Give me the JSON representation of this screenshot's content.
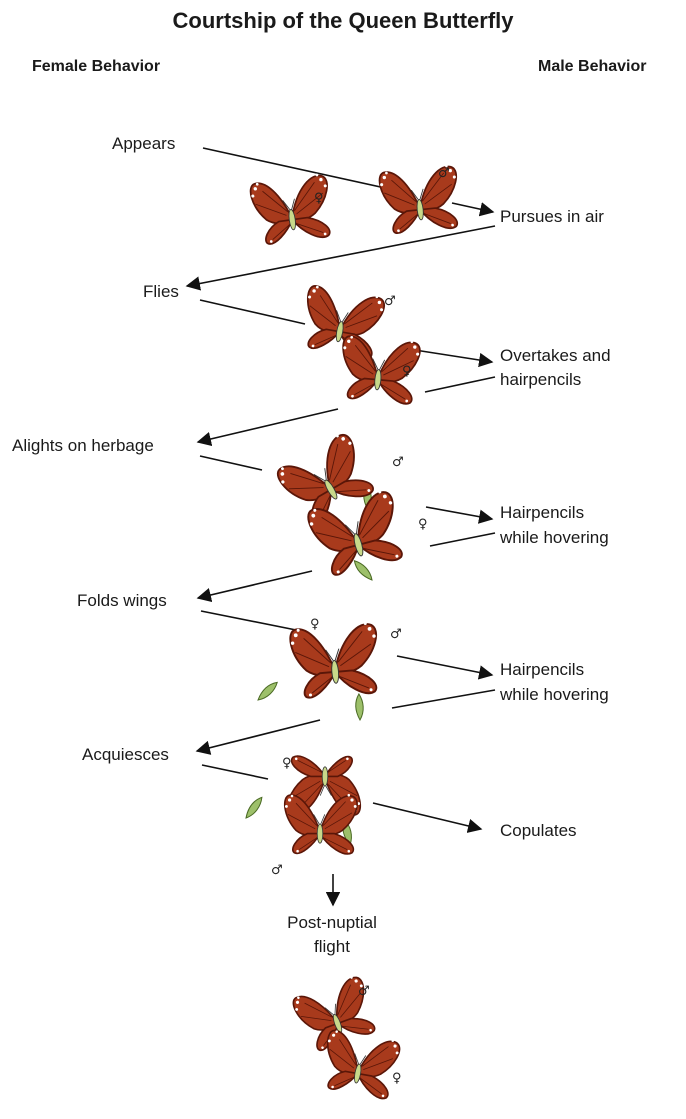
{
  "title": "Courtship of the Queen Butterfly",
  "columns": {
    "female": "Female Behavior",
    "male": "Male Behavior"
  },
  "female_steps": [
    "Appears",
    "Flies",
    "Alights on herbage",
    "Folds wings",
    "Acquiesces"
  ],
  "male_steps": [
    "Pursues in air",
    "Overtakes and",
    "hairpencils",
    "Hairpencils",
    "while hovering",
    "Hairpencils",
    "while hovering",
    "Copulates"
  ],
  "final_step": [
    "Post-nuptial",
    "flight"
  ],
  "symbols": {
    "male": "♂",
    "female": "♀"
  },
  "colors": {
    "wing": "#a83a1c",
    "wing_dark": "#5a1608",
    "spots": "#ffffff",
    "body": "#c8d98a",
    "leaf": "#9dc06a",
    "arrow": "#111111"
  }
}
